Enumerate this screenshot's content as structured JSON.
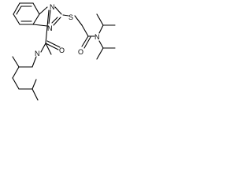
{
  "molecule": {
    "atom_labels": {
      "benzimidazole_n_top": "N",
      "benzimidazole_n_right": "N",
      "thioether_s": "S",
      "ketone_o": "O",
      "amide_o": "O",
      "amide_n": "N",
      "piperidine_n": "N"
    },
    "colors": {
      "bond": "#000000",
      "label": "#000000",
      "background": "#ffffff"
    }
  }
}
